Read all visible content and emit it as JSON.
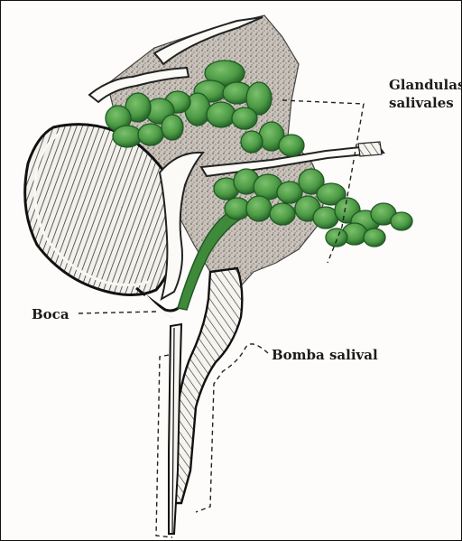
{
  "figure": {
    "labels": {
      "glandulas_line1": "Glandulas",
      "glandulas_line2": "salivales",
      "boca": "Boca",
      "bomba": "Bomba salival"
    },
    "colors": {
      "gland_green": "#4c9a45",
      "gland_dark": "#1f5a24",
      "stipple_gray": "#9a948c",
      "ink": "#222222",
      "background": "#fdfcfa"
    }
  }
}
